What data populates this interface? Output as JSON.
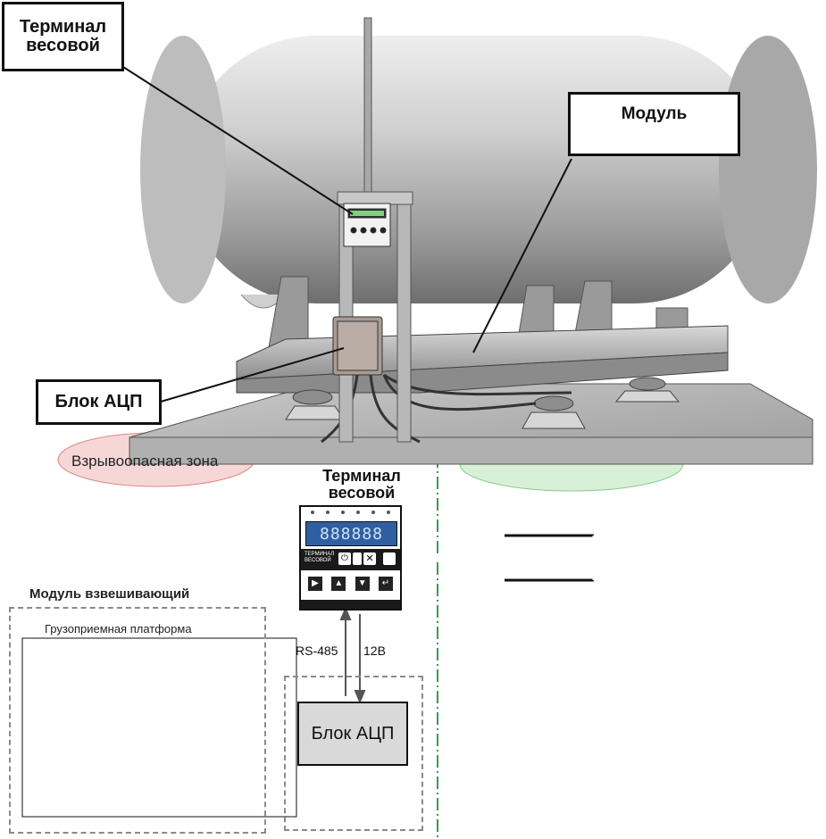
{
  "top_labels": {
    "terminal": [
      "Терминал",
      "весовой"
    ],
    "module": "Модуль",
    "adc": "Блок АЦП"
  },
  "lower": {
    "zone_left": "Взрывоопасная зона",
    "terminal_title": [
      "Терминал",
      "весовой"
    ],
    "module_group": "Модуль взвешивающий",
    "platform": "Грузоприемная платформа",
    "rs485": "RS-485",
    "v12": "12В",
    "adc": "Блок АЦП"
  },
  "terminal_panel": {
    "display": "888888",
    "brand": [
      "ТЕРМИНАЛ",
      "ВЕСОВОЙ"
    ]
  },
  "colors": {
    "zone_red": "#f7d6d6",
    "zone_green": "#d8f0d8",
    "divider_green": "#3a9a55"
  }
}
